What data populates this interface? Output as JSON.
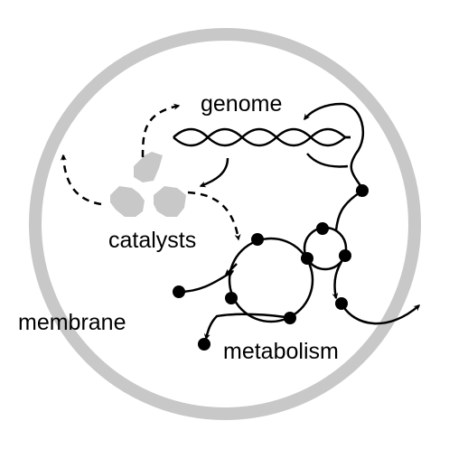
{
  "diagram": {
    "labels": {
      "genome": "genome",
      "catalysts": "catalysts",
      "membrane": "membrane",
      "metabolism": "metabolism"
    }
  },
  "colors": {
    "membrane": "#c8c8c8",
    "catalysts": "#c8c8c8",
    "ink": "#000000",
    "background": "#ffffff"
  }
}
